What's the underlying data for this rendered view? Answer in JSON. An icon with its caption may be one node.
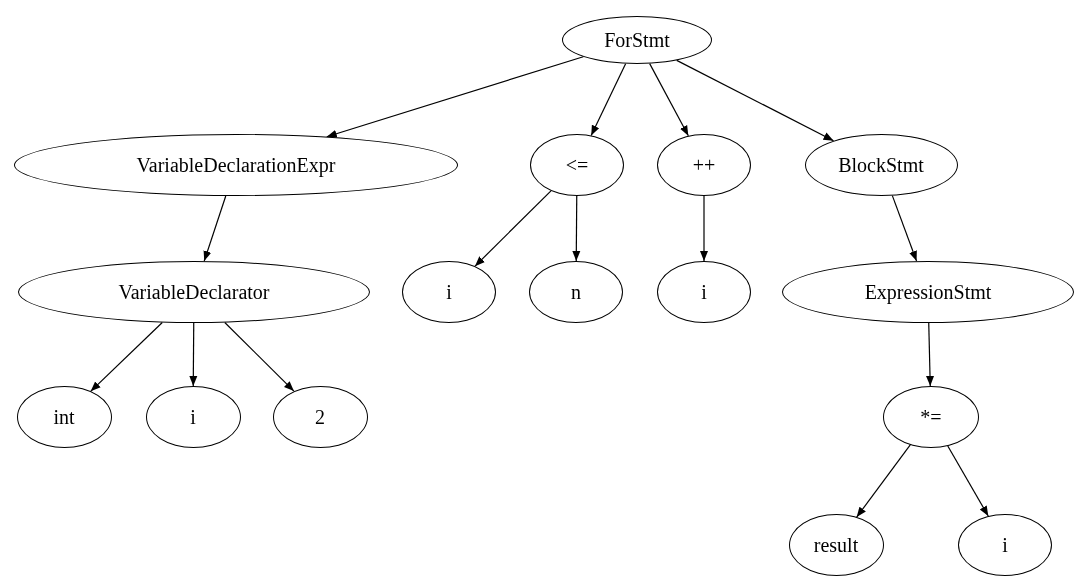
{
  "diagram": {
    "nodes": [
      {
        "text": [
          "ForStmt"
        ]
      },
      {
        "text": [
          "VariableDeclarationExpr"
        ]
      },
      {
        "text": [
          "<="
        ]
      },
      {
        "text": [
          "++"
        ]
      },
      {
        "text": [
          "BlockStmt"
        ]
      },
      {
        "text": [
          "VariableDeclarator"
        ]
      },
      {
        "text": [
          "i"
        ]
      },
      {
        "text": [
          "n"
        ]
      },
      {
        "text": [
          "i"
        ]
      },
      {
        "text": [
          "ExpressionStmt"
        ]
      },
      {
        "text": [
          "int"
        ]
      },
      {
        "text": [
          "i"
        ]
      },
      {
        "text": [
          "2"
        ]
      },
      {
        "text": [
          "*="
        ]
      },
      {
        "text": [
          "result"
        ]
      },
      {
        "text": [
          "i"
        ]
      }
    ],
    "edges": [
      {
        "from": 0,
        "to": 1,
        "arrow": "to"
      },
      {
        "from": 0,
        "to": 2,
        "arrow": "to"
      },
      {
        "from": 0,
        "to": 3,
        "arrow": "to"
      },
      {
        "from": 0,
        "to": 4,
        "arrow": "to"
      },
      {
        "from": 1,
        "to": 5,
        "arrow": "to"
      },
      {
        "from": 2,
        "to": 6,
        "arrow": "to"
      },
      {
        "from": 2,
        "to": 7,
        "arrow": "to"
      },
      {
        "from": 3,
        "to": 8,
        "arrow": "to"
      },
      {
        "from": 4,
        "to": 9,
        "arrow": "to"
      },
      {
        "from": 5,
        "to": 10,
        "arrow": "to"
      },
      {
        "from": 5,
        "to": 11,
        "arrow": "to"
      },
      {
        "from": 5,
        "to": 12,
        "arrow": "to"
      },
      {
        "from": 9,
        "to": 13,
        "arrow": "to"
      },
      {
        "from": 13,
        "to": 14,
        "arrow": "to"
      },
      {
        "from": 13,
        "to": 15,
        "arrow": "to"
      }
    ]
  }
}
